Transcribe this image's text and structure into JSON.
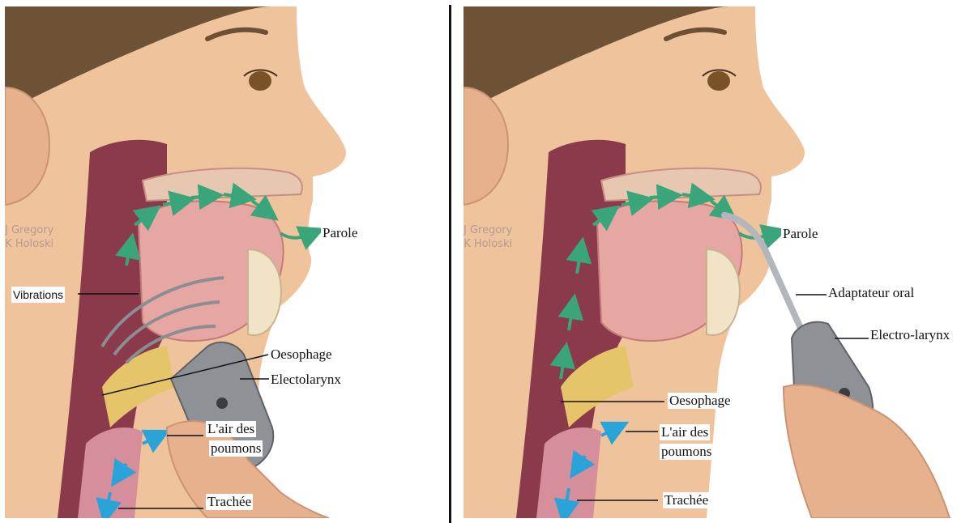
{
  "colors": {
    "background": "#ffffff",
    "skin": "#efc39b",
    "airway": "#8a3a4a",
    "tongue": "#e6a6a2",
    "flow_arrow": "#3aa57a",
    "lung_air_arrow": "#2aa3d8",
    "device": "#8e9196"
  },
  "watermark": {
    "line1": "J Gregory",
    "line2": "K Holoski"
  },
  "left_panel": {
    "parole": "Parole",
    "vibrations": "Vibrations",
    "oesophage": "Oesophage",
    "electolarynx": "Electolarynx",
    "air_line1": "L'air des",
    "air_line2": "poumons",
    "trachee": "Trachée"
  },
  "right_panel": {
    "parole": "Parole",
    "adaptateur": "Adaptateur oral",
    "electro_larynx": "Electro-larynx",
    "oesophage": "Oesophage",
    "air_line1": "L'air des",
    "air_line2": "poumons",
    "trachee": "Trachée"
  }
}
